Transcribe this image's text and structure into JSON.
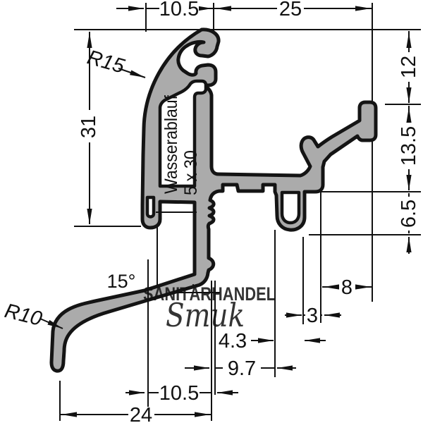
{
  "page": {
    "background": "#ffffff"
  },
  "drawing": {
    "type": "technical-profile-cross-section",
    "profile_fill": "#ababab",
    "line_color": "#111111",
    "dimensions": {
      "top_width_left": "10.5",
      "top_width_right": "25",
      "left_height": "31",
      "right_height_top": "12",
      "right_height_mid": "13.5",
      "right_height_low": "6.5",
      "bottom_width_8": "8",
      "bottom_width_3": "3",
      "bottom_width_4_3": "4.3",
      "bottom_width_9_7": "9.7",
      "bottom_width_10_5": "10.5",
      "bottom_width_24": "24"
    },
    "annotations": {
      "radius_top": "R15",
      "radius_bottom": "R10",
      "angle": "15°",
      "drain_label_line1": "Wasserablauf",
      "drain_label_line2": "5 x 30"
    },
    "watermark": {
      "line1": "SANITÄRHANDEL",
      "line2": "Smuk",
      "color": "#55a6dc"
    }
  }
}
